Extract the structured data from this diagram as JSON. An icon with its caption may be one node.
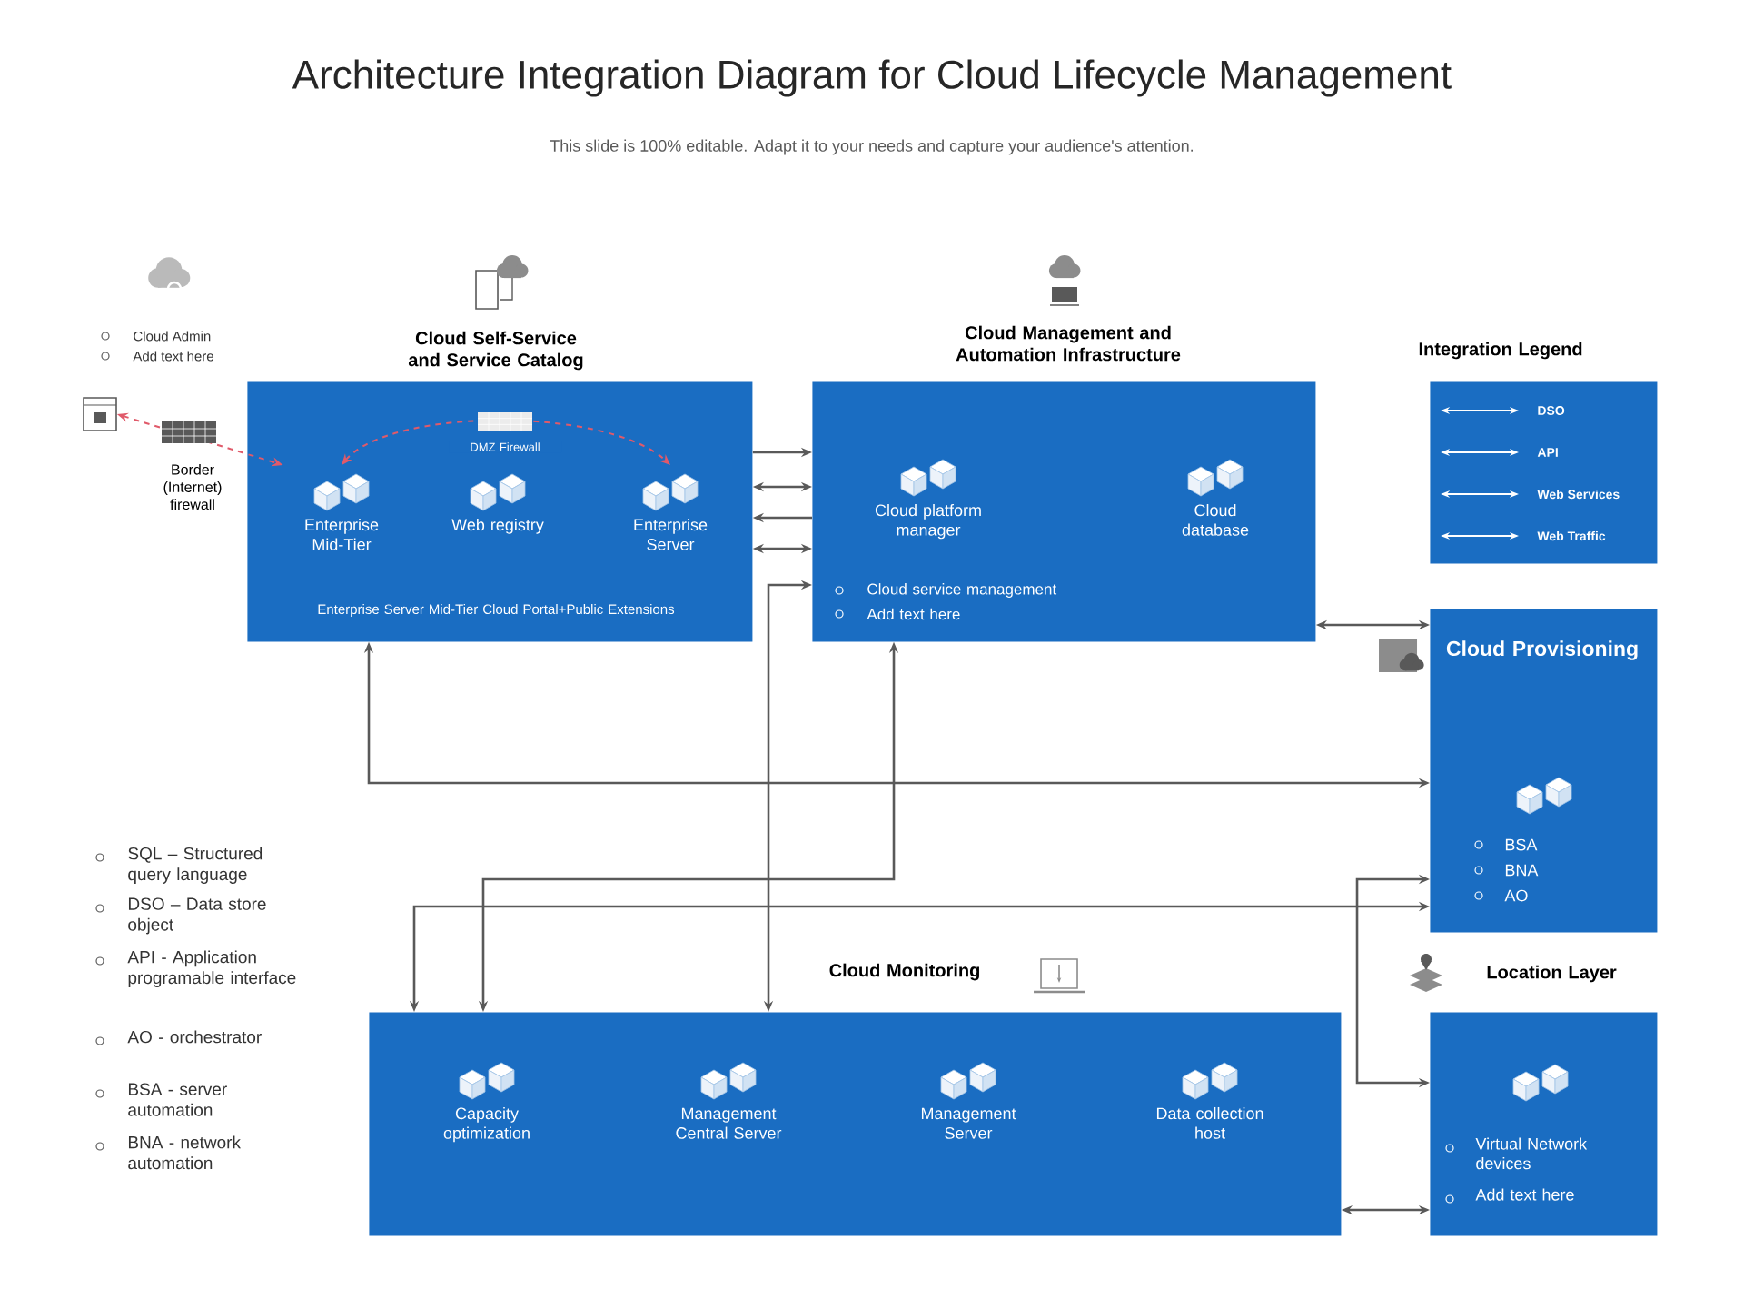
{
  "diagram": {
    "title": "Architecture Integration Diagram for Cloud Lifecycle Management",
    "caption": "This slide is 100% editable. Adapt it to your needs and capture your audience's attention.",
    "nodes": [
      {
        "text": [],
        "shape": "picture"
      },
      {
        "text": [
          "Cloud Self-Service and Service Catalog",
          "Enterprise Server Mid-Tier Cloud Portal+Public Extensions"
        ]
      },
      {
        "text": [
          "Enterprise Mid-Tier"
        ],
        "in": 1
      },
      {
        "text": [
          "Web registry"
        ],
        "in": 1
      },
      {
        "text": [
          "Enterprise Server"
        ],
        "in": 1
      },
      {
        "text": [
          "Cloud Management and Automation Infrastructure",
          "Cloud service management",
          "Add text here"
        ]
      },
      {
        "text": [
          "Cloud platform manager"
        ],
        "in": 5
      },
      {
        "text": [
          "Cloud database"
        ],
        "in": 5
      },
      {
        "text": [
          "Integration Legend"
        ]
      },
      {
        "text": [
          "Cloud Provisioning",
          "BSA",
          "BNA",
          "AO"
        ]
      },
      {
        "text": [
          "Cloud Monitoring"
        ]
      },
      {
        "text": [
          "Capacity optimization"
        ],
        "in": 10
      },
      {
        "text": [
          "Management Central Server"
        ],
        "in": 10
      },
      {
        "text": [
          "Management Server"
        ],
        "in": 10
      },
      {
        "text": [
          "Data collection host"
        ],
        "in": 10
      },
      {
        "text": [
          "Location Layer",
          "Virtual Network devices",
          "Add text here"
        ]
      }
    ],
    "edges": [
      {
        "from": 0,
        "to": 2,
        "arrow": "both",
        "style": "dashed",
        "color": "#e05a6a",
        "label": "Border (Internet) firewall"
      },
      {
        "from": 2,
        "to": 4,
        "arrow": "both",
        "style": "dashed",
        "color": "#e05a6a",
        "label": "DMZ Firewall"
      },
      {
        "from": 1,
        "to": 5,
        "arrow": "to"
      },
      {
        "from": 1,
        "to": 5,
        "arrow": "both"
      },
      {
        "from": 5,
        "to": 1,
        "arrow": "to"
      },
      {
        "from": 1,
        "to": 5,
        "arrow": "both"
      },
      {
        "from": 10,
        "to": 5,
        "arrow": "both"
      },
      {
        "from": 1,
        "to": 9,
        "arrow": "both"
      },
      {
        "from": 5,
        "to": 10,
        "arrow": "both"
      },
      {
        "from": 10,
        "to": 9,
        "arrow": "both"
      },
      {
        "from": 9,
        "to": 15,
        "arrow": "both"
      },
      {
        "from": 5,
        "to": 9,
        "arrow": "both"
      },
      {
        "from": 10,
        "to": 15,
        "arrow": "both"
      }
    ],
    "labels": [
      "Cloud Admin",
      "Add text here",
      "SQL – Structured query language",
      "DSO – Data store object",
      "API  - Application programable interface",
      "AO  - orchestrator",
      "BSA - server automation",
      "BNA - network automation"
    ],
    "legend": [
      {
        "text": "DSO"
      },
      {
        "text": "API"
      },
      {
        "text": "Web Services"
      },
      {
        "text": "Web Traffic"
      }
    ]
  }
}
